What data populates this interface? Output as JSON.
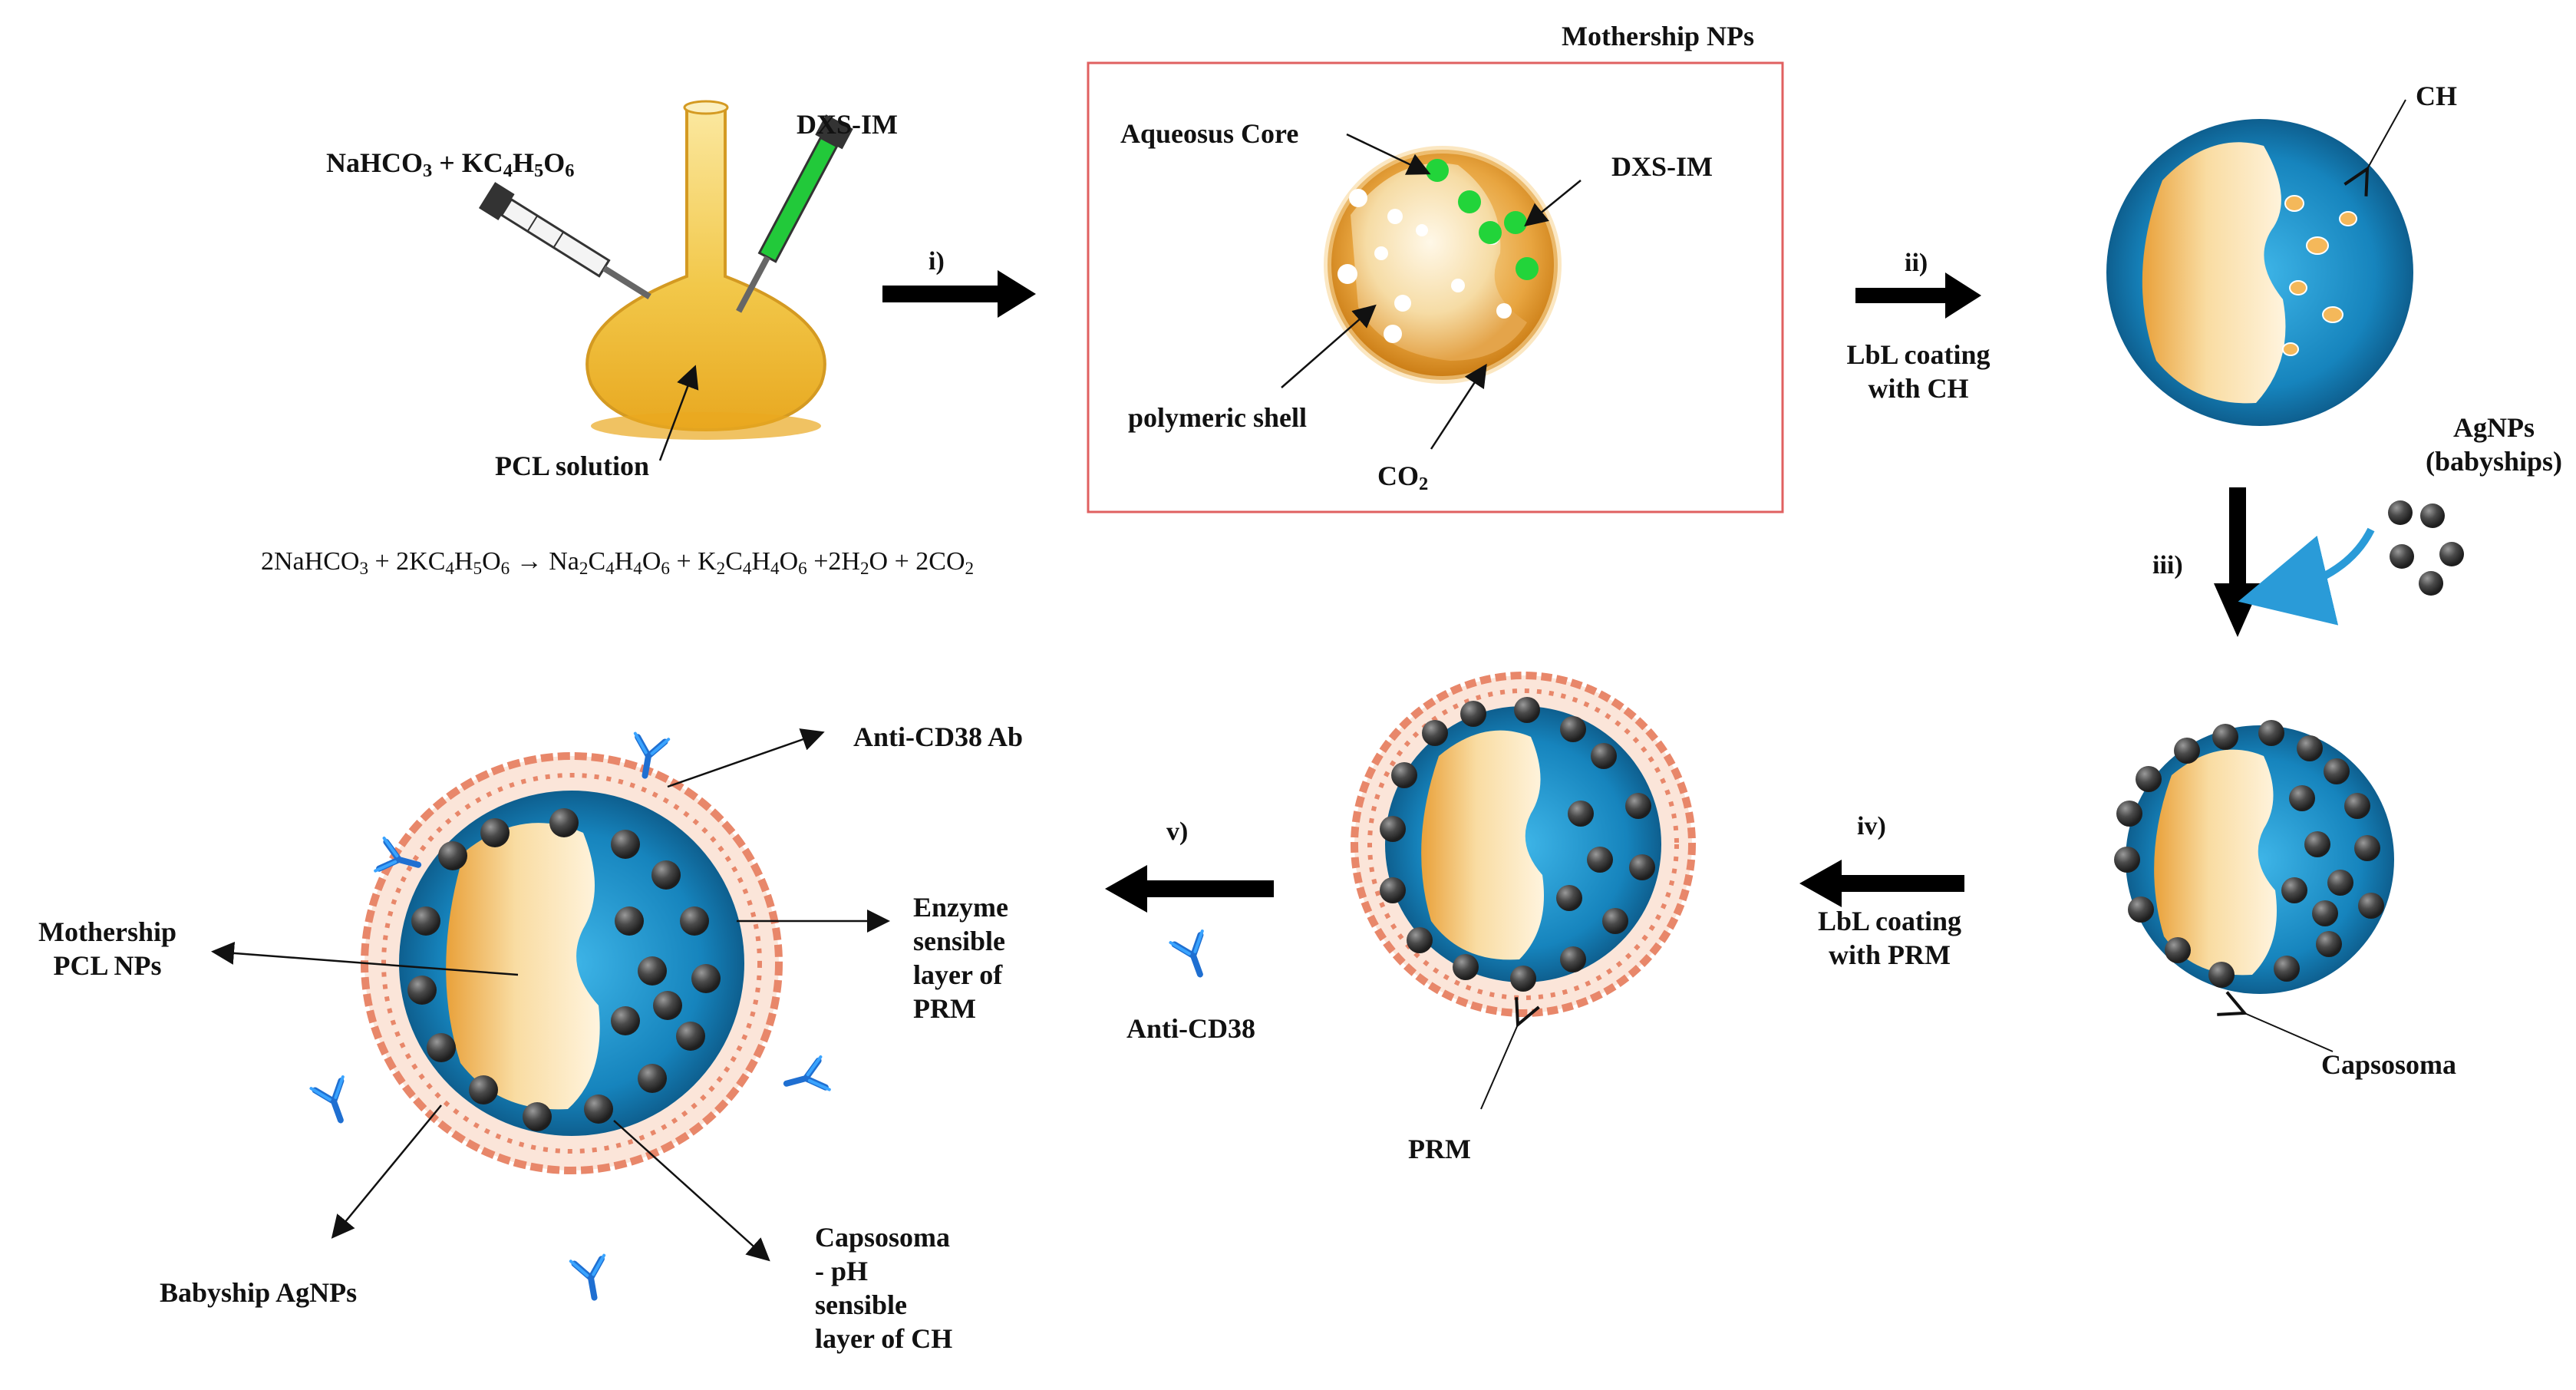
{
  "colors": {
    "shell_orange": "#e39a2e",
    "core_cream": "#fbe9c4",
    "chitosan_blue": "#1f8fc4",
    "prm_salmon": "#e8876a",
    "drug_green": "#22d43a",
    "agnp_gray": "#4a4a4a",
    "box_border": "#e06060",
    "curve_arrow": "#2a9bd8"
  },
  "icons": [
    "flask-icon",
    "syringe-icon",
    "antibody-icon",
    "nanoparticle-icon",
    "arrow-icon"
  ],
  "step1": {
    "reagents": {
      "a": "NaHCO",
      "a_sub": "3",
      "plus": " + KC",
      "b_sub1": "4",
      "b_mid": "H",
      "b_sub2": "5",
      "b_end": "O",
      "b_sub3": "6"
    },
    "drug_label": "DXS-IM",
    "solution_label": "PCL solution",
    "arrow_label": "i)"
  },
  "equation": {
    "p1": "2NaHCO",
    "s1": "3",
    "p2": " + 2KC",
    "s2": "4",
    "p3": "H",
    "s3": "5",
    "p4": "O",
    "s4": "6",
    "arrow": " → ",
    "p5": "Na",
    "s5": "2",
    "p6": "C",
    "s6": "4",
    "p7": "H",
    "s7": "4",
    "p8": "O",
    "s8": "6",
    "p9": " + K",
    "s9": "2",
    "p10": "C",
    "s10": "4",
    "p11": "H",
    "s11": "4",
    "p12": "O",
    "s12": "6",
    "p13": " +2H",
    "s13": "2",
    "p14": "O + 2CO",
    "s14": "2"
  },
  "mothership_box": {
    "title": "Mothership NPs",
    "core_label": "Aqueosus Core",
    "drug_label": "DXS-IM",
    "shell_label": "polymeric shell",
    "gas_label": "CO",
    "gas_sub": "2"
  },
  "step2": {
    "arrow_label": "ii)",
    "caption_line1": "LbL coating",
    "caption_line2": "with CH",
    "ch_label": "CH"
  },
  "step3": {
    "arrow_label": "iii)",
    "agnp_line1": "AgNPs",
    "agnp_line2": "(babyships)",
    "capsosoma_label": "Capsosoma"
  },
  "step4": {
    "arrow_label": "iv)",
    "caption_line1": "LbL coating",
    "caption_line2": "with PRM",
    "prm_label": "PRM"
  },
  "step5": {
    "arrow_label": "v)",
    "antibody_label": "Anti-CD38"
  },
  "final": {
    "ab_label": "Anti-CD38 Ab",
    "mothership_line1": "Mothership",
    "mothership_line2": "PCL NPs",
    "enzyme_line1": "Enzyme",
    "enzyme_line2": "sensible",
    "enzyme_line3": "layer of",
    "enzyme_line4": "PRM",
    "babyship_label": "Babyship AgNPs",
    "caps_line1": "Capsosoma",
    "caps_line2": "- pH",
    "caps_line3": "sensible",
    "caps_line4": "layer of CH"
  }
}
